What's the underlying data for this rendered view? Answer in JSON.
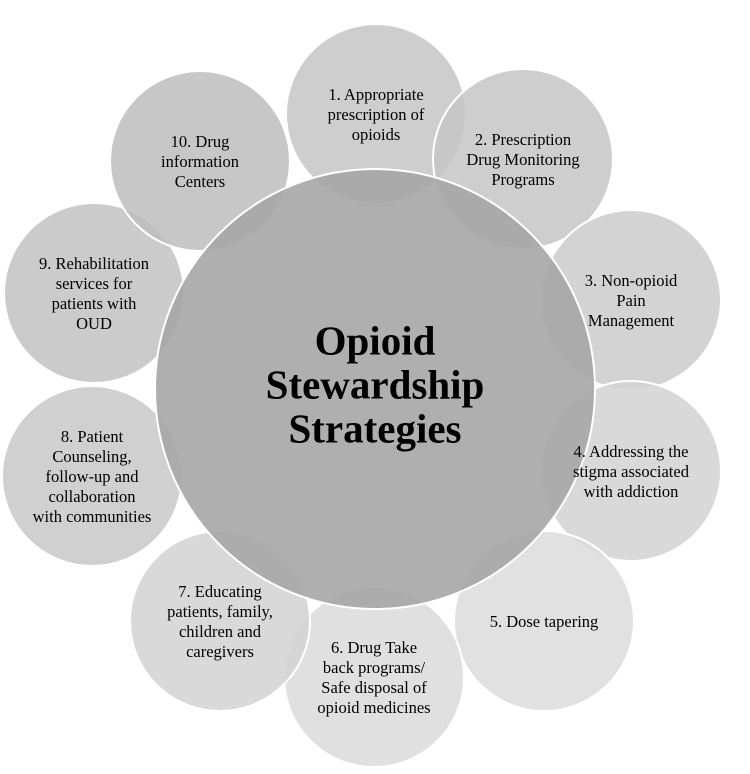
{
  "center": {
    "lines": [
      "Opioid",
      "Stewardship",
      "Strategies"
    ],
    "fill": "#a6a6a6"
  },
  "strategies": [
    {
      "lines": [
        "1. Appropriate",
        "prescription of",
        "opioids"
      ],
      "fill": "#c6c6c6"
    },
    {
      "lines": [
        "2. Prescription",
        "Drug Monitoring",
        "Programs"
      ],
      "fill": "#c6c6c6"
    },
    {
      "lines": [
        "3. Non-opioid",
        "Pain",
        "Management"
      ],
      "fill": "#cbcbcb"
    },
    {
      "lines": [
        "4. Addressing the",
        "stigma associated",
        "with addiction"
      ],
      "fill": "#d2d2d2"
    },
    {
      "lines": [
        "5. Dose tapering"
      ],
      "fill": "#dcdcdc"
    },
    {
      "lines": [
        "6. Drug Take",
        "back programs/",
        "Safe disposal of",
        "opioid medicines"
      ],
      "fill": "#dadada"
    },
    {
      "lines": [
        "7. Educating",
        "patients, family,",
        "children and",
        "caregivers"
      ],
      "fill": "#d2d2d2"
    },
    {
      "lines": [
        "8. Patient",
        "Counseling,",
        "follow-up and",
        "collaboration",
        "with communities"
      ],
      "fill": "#c8c8c8"
    },
    {
      "lines": [
        "9. Rehabilitation",
        "services for",
        "patients with",
        "OUD"
      ],
      "fill": "#c2c2c2"
    },
    {
      "lines": [
        "10. Drug",
        "information",
        "Centers"
      ],
      "fill": "#bdbdbd"
    }
  ],
  "colors": {
    "background": "#ffffff",
    "outline": "#ffffff",
    "text": "#000000"
  }
}
